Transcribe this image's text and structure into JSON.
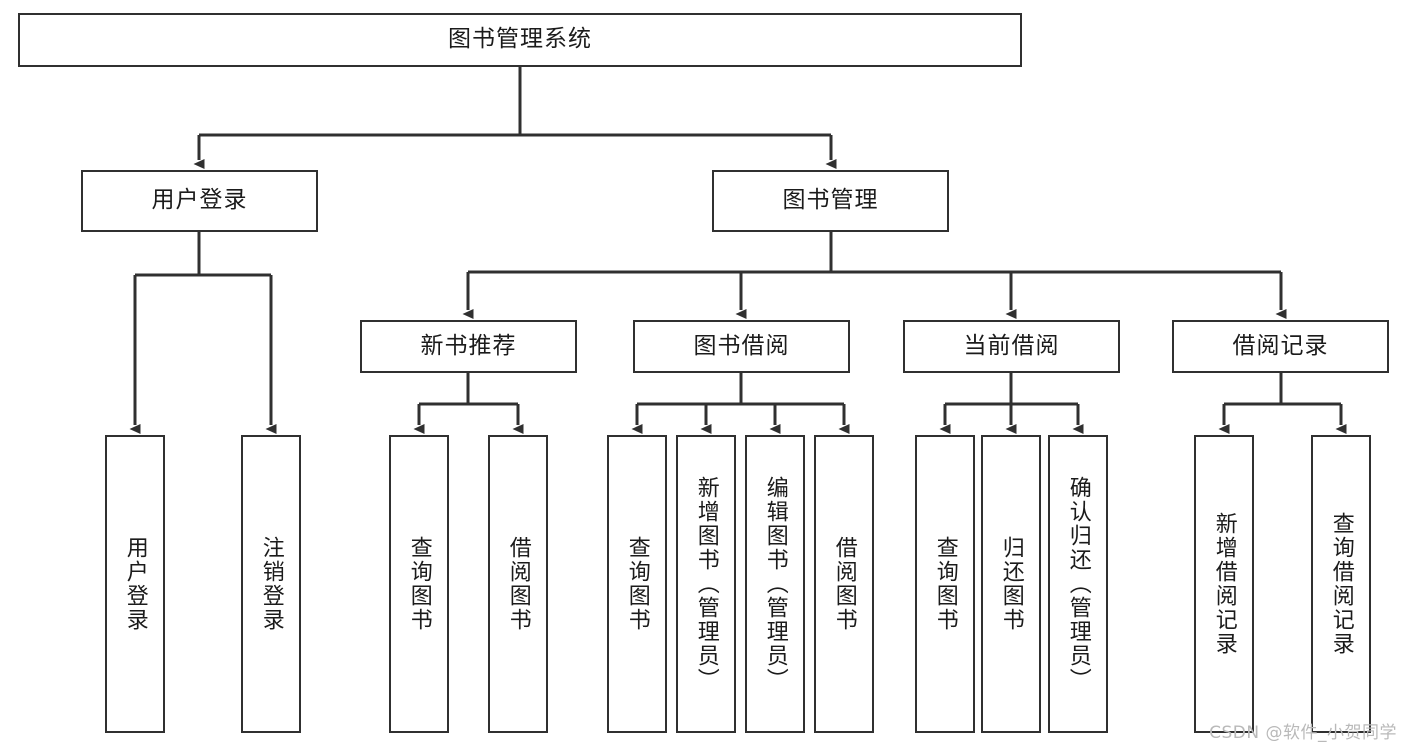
{
  "diagram": {
    "title": "图书管理系统",
    "type": "hierarchy-tree",
    "orientation": "top-down",
    "line_color": "#303030",
    "box_fill": "#ffffff",
    "text_color": "#1b1b1b",
    "root": {
      "id": "root",
      "label": "图书管理系统",
      "text_direction": "horizontal"
    },
    "level2": [
      {
        "id": "user-login",
        "label": "用户登录",
        "text_direction": "horizontal"
      },
      {
        "id": "book-manage",
        "label": "图书管理",
        "text_direction": "horizontal"
      }
    ],
    "level3": [
      {
        "id": "new-book-rec",
        "label": "新书推荐",
        "text_direction": "horizontal"
      },
      {
        "id": "book-borrow",
        "label": "图书借阅",
        "text_direction": "horizontal"
      },
      {
        "id": "current-borrow",
        "label": "当前借阅",
        "text_direction": "horizontal"
      },
      {
        "id": "borrow-record",
        "label": "借阅记录",
        "text_direction": "horizontal"
      }
    ],
    "leaves": [
      {
        "id": "leaf-user-login",
        "label": "用户登录",
        "parent": "user-login",
        "text_direction": "vertical"
      },
      {
        "id": "leaf-user-logout",
        "label": "注销登录",
        "parent": "user-login",
        "text_direction": "vertical"
      },
      {
        "id": "leaf-query-book-1",
        "label": "查询图书",
        "parent": "new-book-rec",
        "text_direction": "vertical"
      },
      {
        "id": "leaf-borrow-book-1",
        "label": "借阅图书",
        "parent": "new-book-rec",
        "text_direction": "vertical"
      },
      {
        "id": "leaf-query-book-2",
        "label": "查询图书",
        "parent": "book-borrow",
        "text_direction": "vertical"
      },
      {
        "id": "leaf-add-book",
        "label": "新增图书（管理员）",
        "parent": "book-borrow",
        "text_direction": "vertical"
      },
      {
        "id": "leaf-edit-book",
        "label": "编辑图书（管理员）",
        "parent": "book-borrow",
        "text_direction": "vertical"
      },
      {
        "id": "leaf-borrow-book-2",
        "label": "借阅图书",
        "parent": "book-borrow",
        "text_direction": "vertical"
      },
      {
        "id": "leaf-query-book-3",
        "label": "查询图书",
        "parent": "current-borrow",
        "text_direction": "vertical"
      },
      {
        "id": "leaf-return-book",
        "label": "归还图书",
        "parent": "current-borrow",
        "text_direction": "vertical"
      },
      {
        "id": "leaf-confirm-return",
        "label": "确认归还（管理员）",
        "parent": "current-borrow",
        "text_direction": "vertical"
      },
      {
        "id": "leaf-add-record",
        "label": "新增借阅记录",
        "parent": "borrow-record",
        "text_direction": "vertical"
      },
      {
        "id": "leaf-query-record",
        "label": "查询借阅记录",
        "parent": "borrow-record",
        "text_direction": "vertical"
      }
    ]
  },
  "watermark": {
    "text": "CSDN @软件_小贺同学"
  }
}
